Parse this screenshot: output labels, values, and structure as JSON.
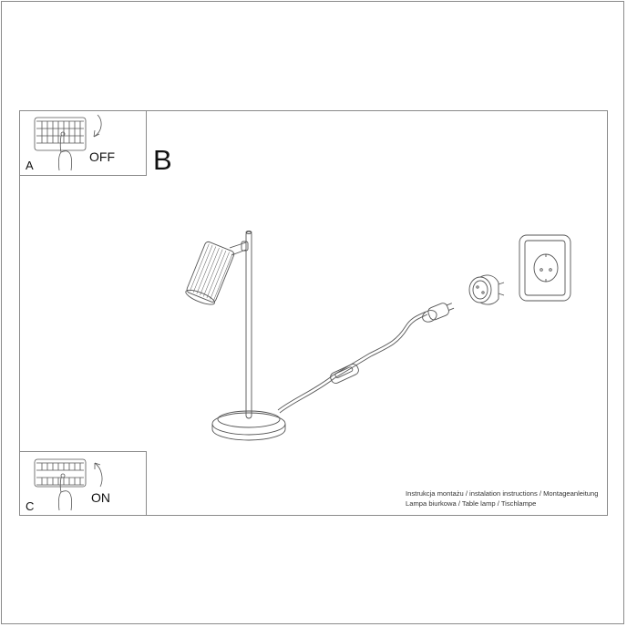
{
  "steps": {
    "a": {
      "label": "A",
      "switch_text": "OFF"
    },
    "b": {
      "label": "B"
    },
    "c": {
      "label": "C",
      "switch_text": "ON"
    }
  },
  "caption": {
    "line1": "Instrukcja montażu / instalation instructions / Montageanleitung",
    "line2": "Lampa biurkowa / Table lamp / Tischlampe"
  },
  "illustration": {
    "items": [
      "table-lamp",
      "cable-switch",
      "plug",
      "plug-adapter",
      "wall-socket"
    ]
  },
  "colors": {
    "line": "#8a8a8a",
    "text": "#111111"
  }
}
